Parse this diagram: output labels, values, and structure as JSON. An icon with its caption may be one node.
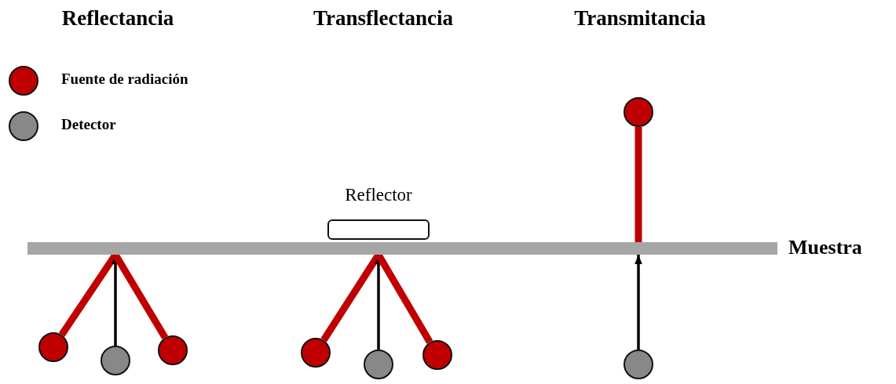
{
  "diagram": {
    "nodes": [
      {
        "text": [
          "Muestra"
        ]
      },
      {
        "text": [
          "Reflector"
        ]
      },
      {
        "text": [],
        "shape": "circle"
      },
      {
        "text": [],
        "shape": "circle"
      },
      {
        "text": [],
        "shape": "circle"
      },
      {
        "text": [],
        "shape": "circle"
      },
      {
        "text": [],
        "shape": "circle"
      },
      {
        "text": [],
        "shape": "circle"
      },
      {
        "text": [],
        "shape": "circle"
      },
      {
        "text": [],
        "shape": "circle"
      }
    ],
    "edges": [
      {
        "from": 2,
        "to": 0,
        "arrow": "none"
      },
      {
        "from": 3,
        "to": 0,
        "arrow": "none"
      },
      {
        "from": 4,
        "to": 0,
        "arrow": "to",
        "color": "#000000"
      },
      {
        "from": 5,
        "to": 0,
        "arrow": "none"
      },
      {
        "from": 6,
        "to": 0,
        "arrow": "none"
      },
      {
        "from": 7,
        "to": 0,
        "arrow": "to",
        "color": "#000000"
      },
      {
        "from": 8,
        "to": 0,
        "arrow": "none"
      },
      {
        "from": 9,
        "to": 0,
        "arrow": "to",
        "color": "#000000"
      }
    ],
    "labels": [
      "Reflectancia",
      "Transflectancia",
      "Transmitancia"
    ],
    "legend": [
      {
        "text": "Fuente de radiación",
        "color": "#c00000"
      },
      {
        "text": "Detector",
        "color": "#888888"
      }
    ]
  }
}
